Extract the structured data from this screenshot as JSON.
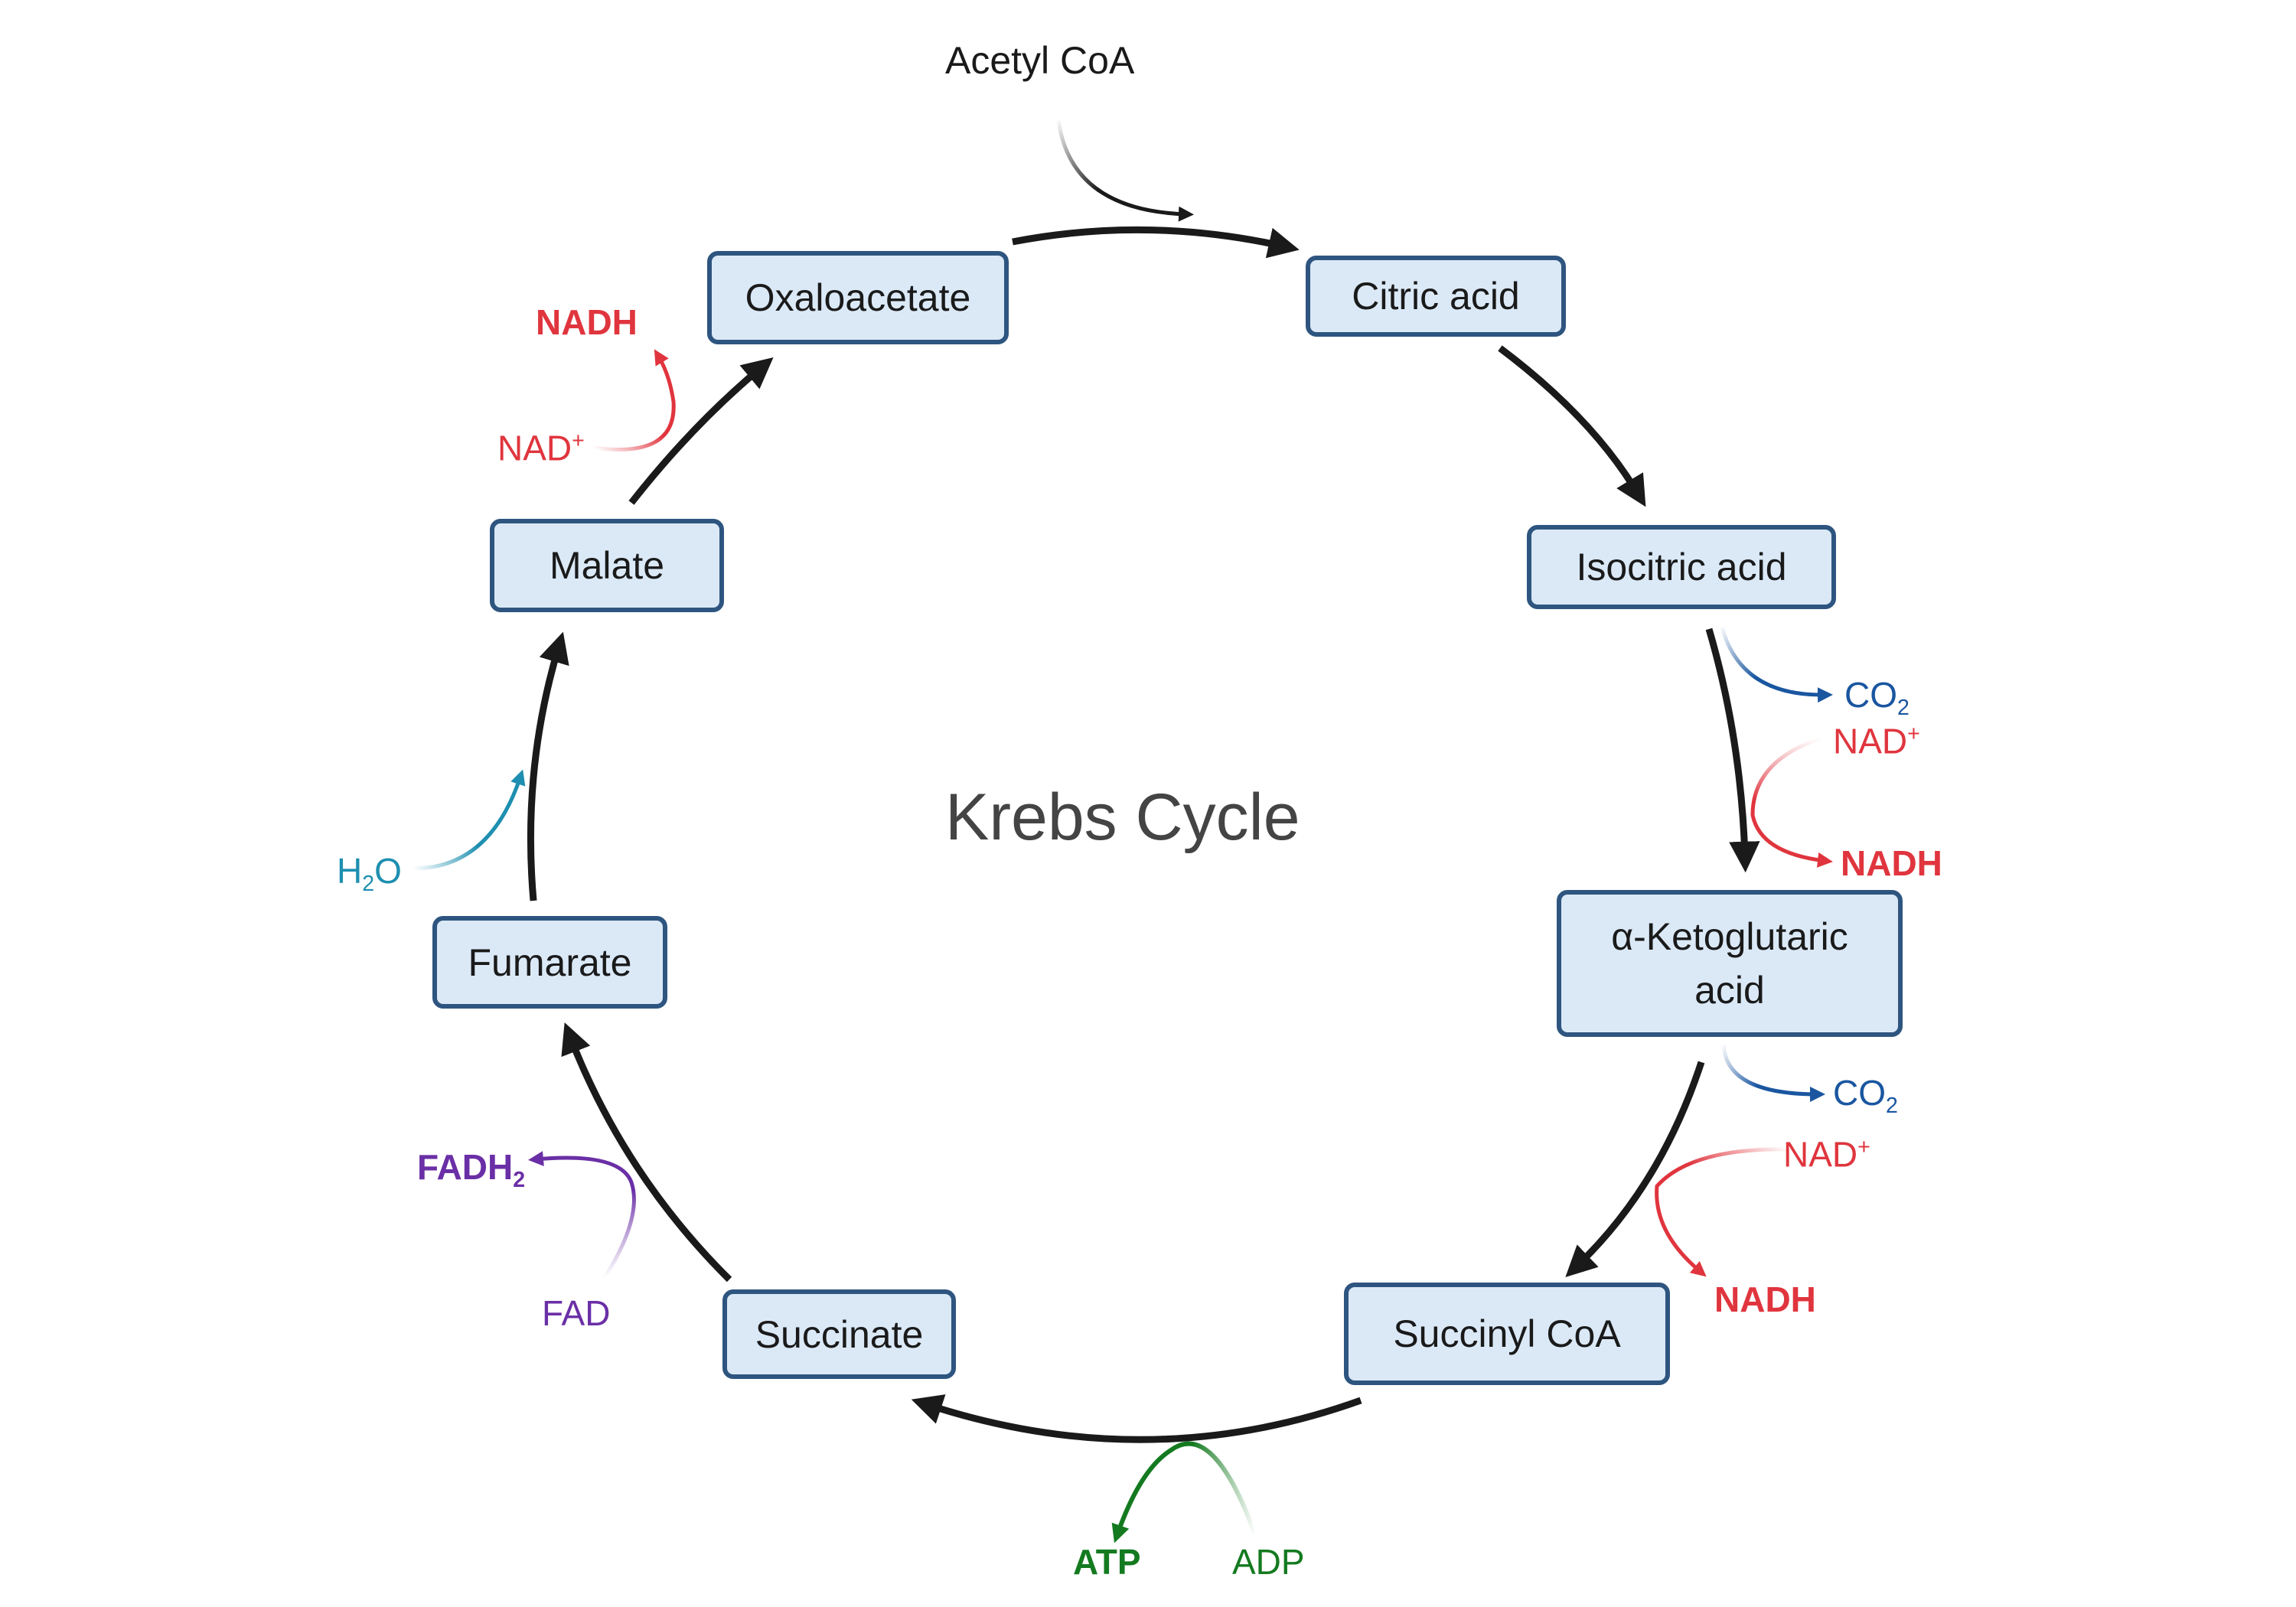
{
  "title": "Krebs Cycle",
  "colors": {
    "main": "#1a1a1a",
    "co2": "#1a56a0",
    "nad": "#e0353e",
    "fad": "#6a2fa6",
    "water": "#1e8fb0",
    "atp": "#147a20",
    "box_fill": "#dbe9f7",
    "box_border": "#2e557f"
  },
  "nodes": {
    "oxaloacetate": "Oxaloacetate",
    "citric_acid": "Citric acid",
    "isocitric_acid": "Isocitric acid",
    "ketoglutaric_line1": "α-Ketoglutaric",
    "ketoglutaric_line2": "acid",
    "succinyl_coa": "Succinyl CoA",
    "succinate": "Succinate",
    "fumarate": "Fumarate",
    "malate": "Malate"
  },
  "inputs": {
    "acetyl_coa": "Acetyl CoA"
  },
  "labels": {
    "iso_co2": "CO",
    "iso_co2_sub": "2",
    "iso_nad": "NAD",
    "iso_nad_sup": "+",
    "iso_nadh": "NADH",
    "kg_co2": "CO",
    "kg_co2_sub": "2",
    "kg_nad": "NAD",
    "kg_nad_sup": "+",
    "kg_nadh": "NADH",
    "atp": "ATP",
    "adp": "ADP",
    "fad": "FAD",
    "fadh2": "FADH",
    "fadh2_sub": "2",
    "h2o_h": "H",
    "h2o_sub": "2",
    "h2o_o": "O",
    "mal_nad": "NAD",
    "mal_nad_sup": "+",
    "mal_nadh": "NADH"
  }
}
